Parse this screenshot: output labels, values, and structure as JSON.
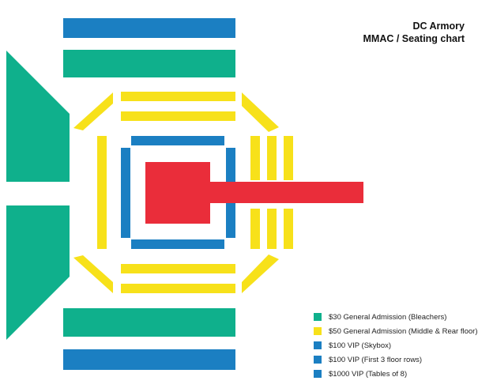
{
  "header": {
    "venue": "DC Armory",
    "subtitle": "MMAC / Seating chart"
  },
  "colors": {
    "green": "#0fb08c",
    "yellow": "#f7e11a",
    "blue": "#1b7fc2",
    "red": "#ea2d3a"
  },
  "legend": [
    {
      "label": "$30 General Admission (Bleachers)",
      "color": "#0fb08c"
    },
    {
      "label": "$50 General Admission (Middle & Rear floor)",
      "color": "#f7e11a"
    },
    {
      "label": "$100 VIP (Skybox)",
      "color": "#1b7fc2"
    },
    {
      "label": "$100 VIP (First 3 floor rows)",
      "color": "#1b7fc2"
    },
    {
      "label": "$1000 VIP (Tables of 8)",
      "color": "#1b7fc2"
    }
  ]
}
